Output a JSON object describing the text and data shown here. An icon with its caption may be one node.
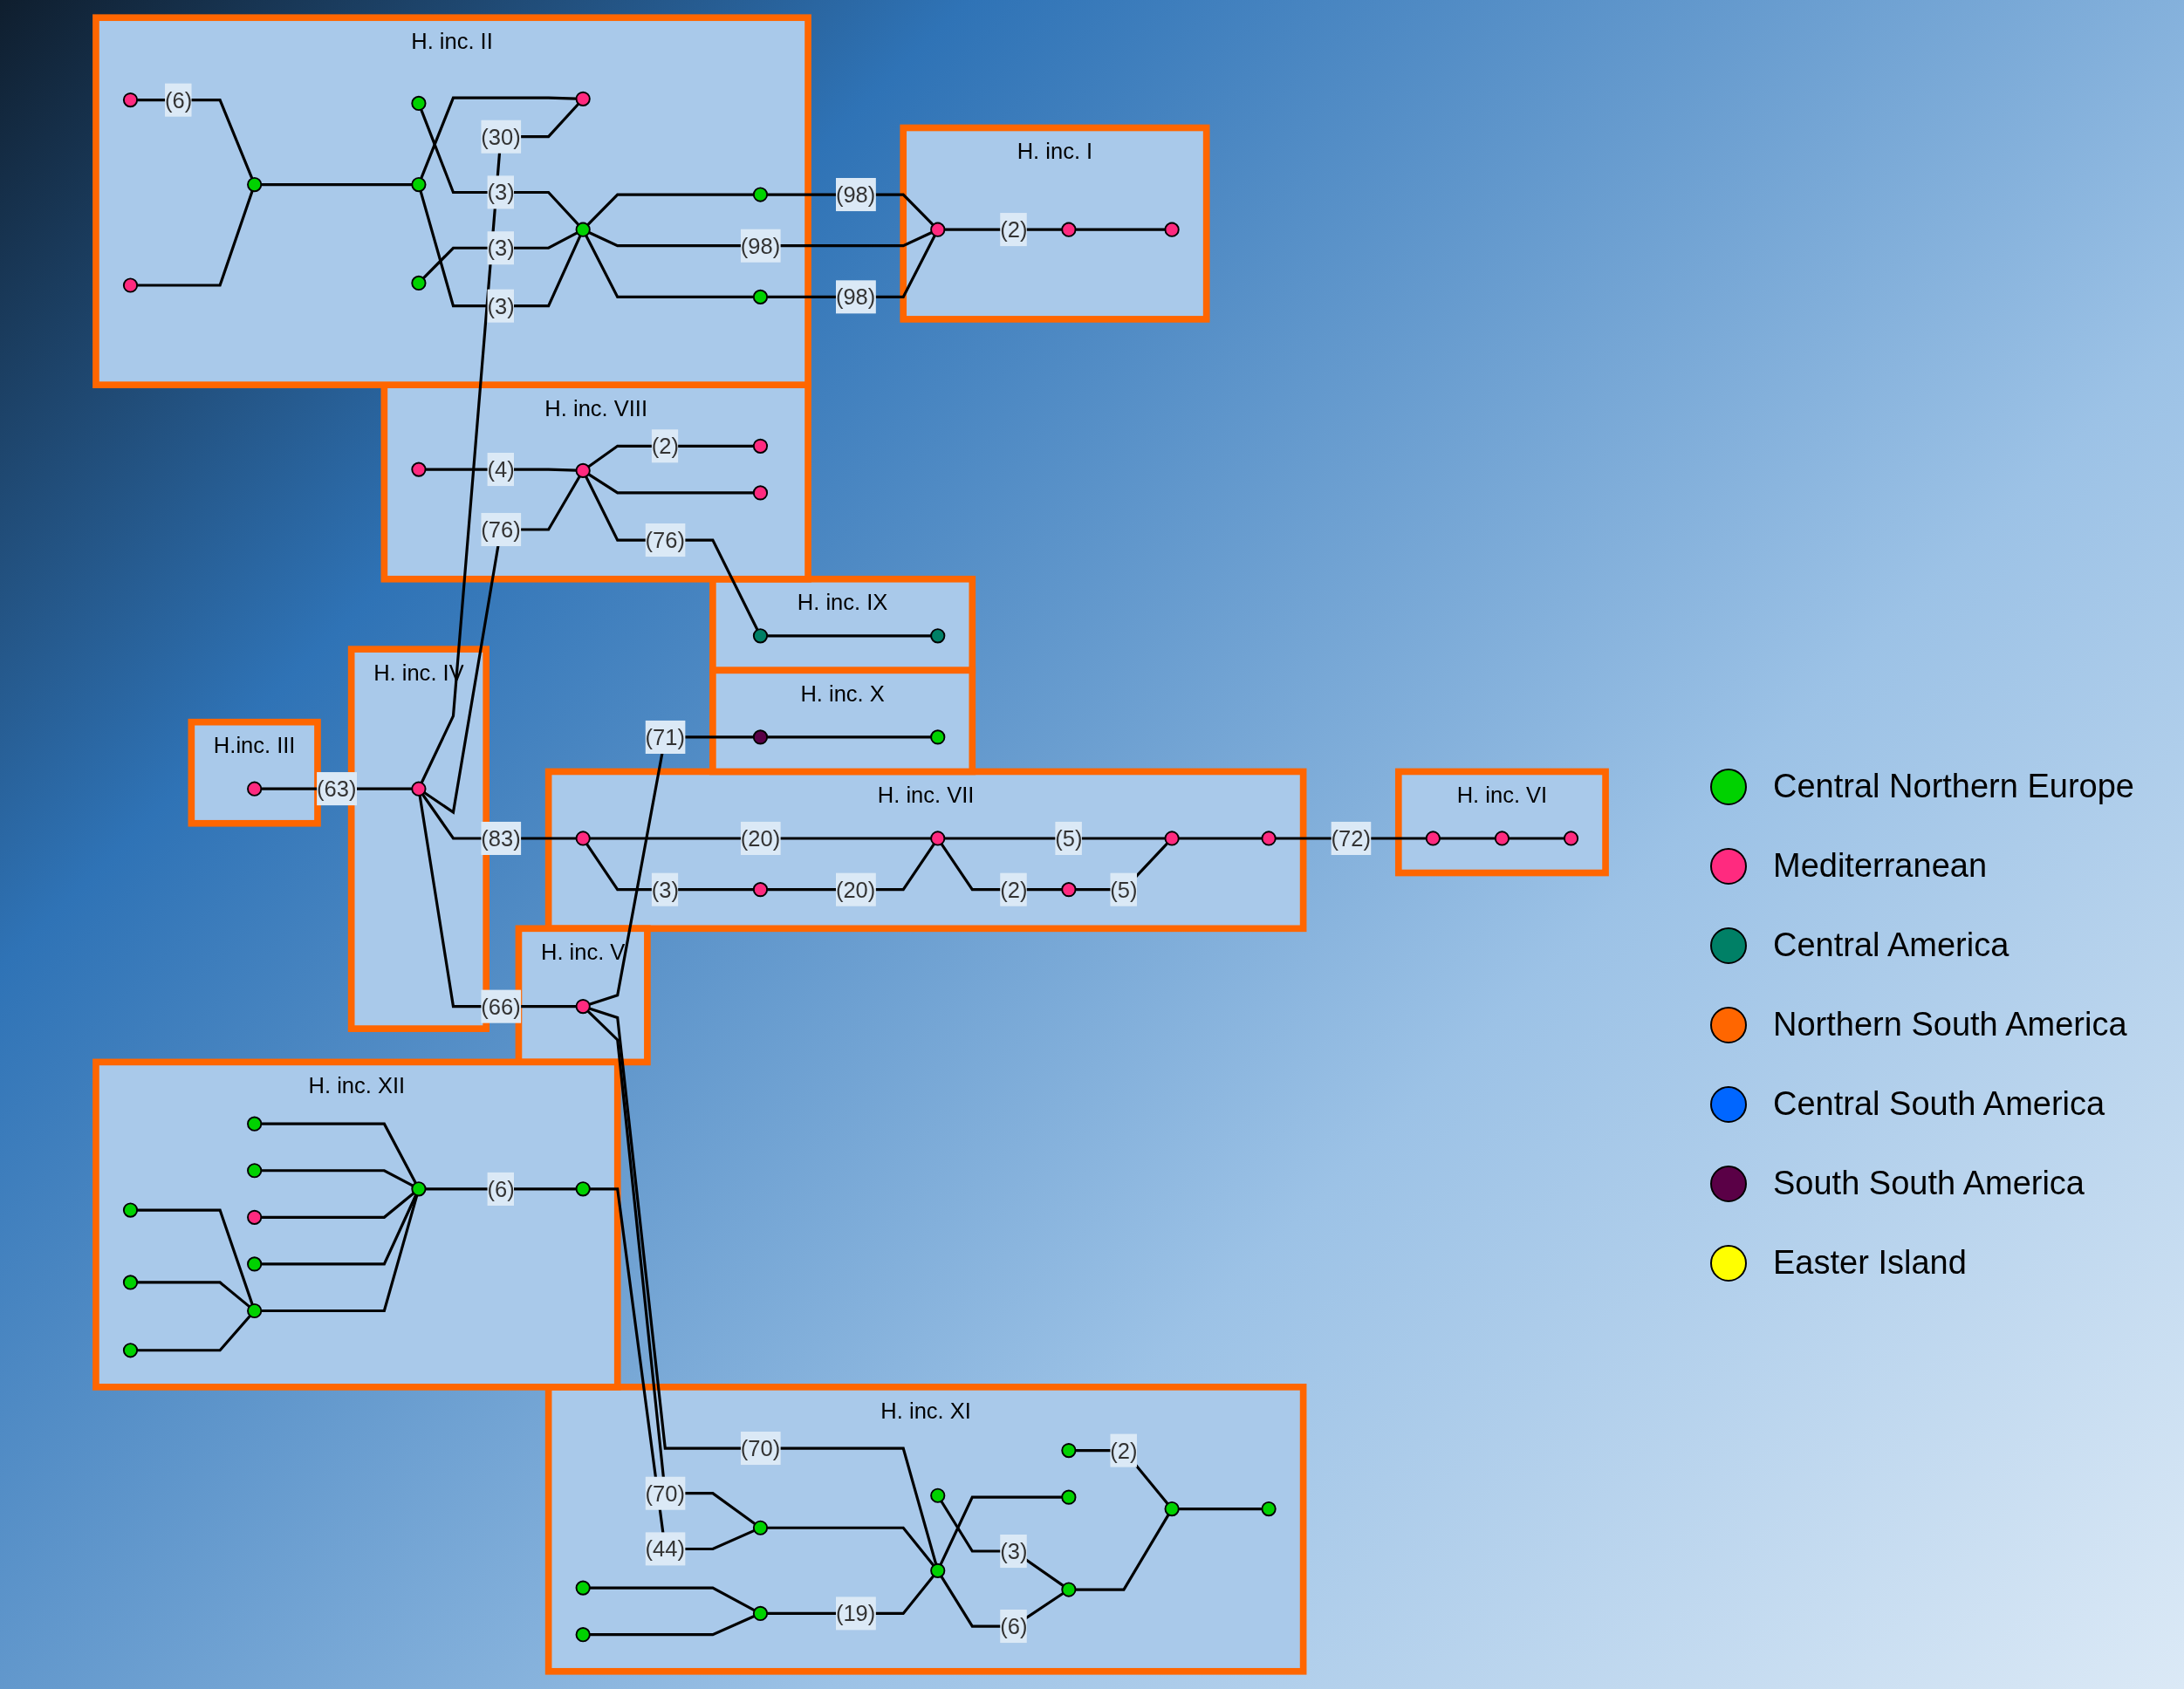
{
  "diagram": {
    "nodes": [
      {
        "text": [
          "H. inc. XII"
        ]
      },
      {
        "text": [],
        "shape": "circle",
        "in": 0
      },
      {
        "text": [],
        "shape": "circle",
        "in": 0
      },
      {
        "text": [],
        "shape": "circle",
        "in": 0
      },
      {
        "text": [],
        "shape": "circle",
        "in": 0
      },
      {
        "text": [],
        "shape": "circle",
        "in": 0
      },
      {
        "text": [],
        "shape": "circle",
        "in": 0
      },
      {
        "text": [],
        "shape": "circle",
        "in": 0
      },
      {
        "text": [],
        "shape": "circle",
        "in": 0
      },
      {
        "text": [],
        "shape": "circle",
        "in": 0
      },
      {
        "text": [],
        "shape": "circle",
        "in": 0
      },
      {
        "text": [
          "H. inc. XI"
        ]
      },
      {
        "text": [],
        "shape": "circle",
        "in": 11
      },
      {
        "text": [],
        "shape": "circle",
        "in": 11
      },
      {
        "text": [],
        "shape": "circle",
        "in": 11
      },
      {
        "text": [],
        "shape": "circle",
        "in": 11
      },
      {
        "text": [],
        "shape": "circle",
        "in": 11
      },
      {
        "text": [],
        "shape": "circle",
        "in": 11
      },
      {
        "text": [],
        "shape": "circle",
        "in": 11
      },
      {
        "text": [],
        "shape": "circle",
        "in": 11
      },
      {
        "text": [],
        "shape": "circle",
        "in": 11
      },
      {
        "text": [],
        "shape": "circle",
        "in": 11
      },
      {
        "text": [],
        "shape": "circle",
        "in": 11
      },
      {
        "text": [
          "H.inc. III"
        ]
      },
      {
        "text": [],
        "shape": "circle",
        "in": 23
      },
      {
        "text": [
          "H. inc. IV"
        ]
      },
      {
        "text": [],
        "shape": "circle",
        "in": 25
      },
      {
        "text": [
          "H. inc. V"
        ]
      },
      {
        "text": [],
        "shape": "circle",
        "in": 27
      },
      {
        "text": [
          "H. inc. X"
        ]
      },
      {
        "text": [],
        "shape": "circle",
        "in": 29
      },
      {
        "text": [],
        "shape": "circle",
        "in": 29
      },
      {
        "text": [
          "H. inc. II"
        ]
      },
      {
        "text": [],
        "shape": "circle",
        "in": 32
      },
      {
        "text": [],
        "shape": "circle",
        "in": 32
      },
      {
        "text": [],
        "shape": "circle",
        "in": 32
      },
      {
        "text": [],
        "shape": "circle",
        "in": 32
      },
      {
        "text": [],
        "shape": "circle",
        "in": 32
      },
      {
        "text": [],
        "shape": "circle",
        "in": 32
      },
      {
        "text": [],
        "shape": "circle",
        "in": 32
      },
      {
        "text": [],
        "shape": "circle",
        "in": 32
      },
      {
        "text": [],
        "shape": "circle",
        "in": 32
      },
      {
        "text": [],
        "shape": "circle",
        "in": 32
      },
      {
        "text": [
          "H. inc. VII"
        ]
      },
      {
        "text": [],
        "shape": "circle",
        "in": 43
      },
      {
        "text": [],
        "shape": "circle",
        "in": 43
      },
      {
        "text": [],
        "shape": "circle",
        "in": 43
      },
      {
        "text": [],
        "shape": "circle",
        "in": 43
      },
      {
        "text": [],
        "shape": "circle",
        "in": 43
      },
      {
        "text": [],
        "shape": "circle",
        "in": 43
      },
      {
        "text": [
          "H. inc. VI"
        ]
      },
      {
        "text": [],
        "shape": "circle",
        "in": 50
      },
      {
        "text": [],
        "shape": "circle",
        "in": 50
      },
      {
        "text": [],
        "shape": "circle",
        "in": 50
      },
      {
        "text": [
          "H. inc. VIII"
        ]
      },
      {
        "text": [],
        "shape": "circle",
        "in": 54
      },
      {
        "text": [],
        "shape": "circle",
        "in": 54
      },
      {
        "text": [],
        "shape": "circle",
        "in": 54
      },
      {
        "text": [],
        "shape": "circle",
        "in": 54
      },
      {
        "text": [
          "H. inc. IX"
        ]
      },
      {
        "text": [],
        "shape": "circle",
        "in": 59
      },
      {
        "text": [],
        "shape": "circle",
        "in": 59
      },
      {
        "text": [
          "H. inc. I"
        ]
      },
      {
        "text": [],
        "shape": "circle",
        "in": 62
      },
      {
        "text": [],
        "shape": "circle",
        "in": 62
      },
      {
        "text": [],
        "shape": "circle",
        "in": 62
      }
    ],
    "edges": [
      {
        "from": 1,
        "to": 3,
        "arrow": "none"
      },
      {
        "from": 2,
        "to": 3,
        "arrow": "none"
      },
      {
        "from": 4,
        "to": 3,
        "arrow": "none"
      },
      {
        "from": 3,
        "to": 8,
        "arrow": "none"
      },
      {
        "from": 5,
        "to": 8,
        "arrow": "none"
      },
      {
        "from": 6,
        "to": 8,
        "arrow": "none"
      },
      {
        "from": 7,
        "to": 8,
        "arrow": "none"
      },
      {
        "from": 9,
        "to": 8,
        "arrow": "none"
      },
      {
        "from": 8,
        "to": 10,
        "arrow": "none",
        "label": "(6)"
      },
      {
        "from": 10,
        "to": 15,
        "arrow": "none",
        "label": "(44)"
      },
      {
        "from": 12,
        "to": 14,
        "arrow": "none"
      },
      {
        "from": 13,
        "to": 14,
        "arrow": "none"
      },
      {
        "from": 14,
        "to": 16,
        "arrow": "none",
        "label": "(19)"
      },
      {
        "from": 15,
        "to": 16,
        "arrow": "none"
      },
      {
        "from": 16,
        "to": 18,
        "arrow": "none",
        "label": "(6)"
      },
      {
        "from": 17,
        "to": 18,
        "arrow": "none",
        "label": "(3)"
      },
      {
        "from": 16,
        "to": 19,
        "arrow": "none"
      },
      {
        "from": 18,
        "to": 21,
        "arrow": "none"
      },
      {
        "from": 20,
        "to": 21,
        "arrow": "none",
        "label": "(2)"
      },
      {
        "from": 21,
        "to": 22,
        "arrow": "none"
      },
      {
        "from": 28,
        "to": 15,
        "arrow": "none",
        "label": "(70)"
      },
      {
        "from": 28,
        "to": 16,
        "arrow": "none",
        "label": "(70)"
      },
      {
        "from": 24,
        "to": 26,
        "arrow": "none",
        "label": "(63)"
      },
      {
        "from": 26,
        "to": 28,
        "arrow": "none",
        "label": "(66)"
      },
      {
        "from": 28,
        "to": 30,
        "arrow": "none",
        "label": "(71)"
      },
      {
        "from": 30,
        "to": 31,
        "arrow": "none"
      },
      {
        "from": 26,
        "to": 37,
        "arrow": "none",
        "label": "(30)"
      },
      {
        "from": 26,
        "to": 56,
        "arrow": "none",
        "label": "(76)"
      },
      {
        "from": 26,
        "to": 44,
        "arrow": "none",
        "label": "(83)"
      },
      {
        "from": 33,
        "to": 35,
        "arrow": "none"
      },
      {
        "from": 34,
        "to": 35,
        "arrow": "none",
        "label": "(6)"
      },
      {
        "from": 35,
        "to": 36,
        "arrow": "none"
      },
      {
        "from": 36,
        "to": 37,
        "arrow": "none"
      },
      {
        "from": 36,
        "to": 40,
        "arrow": "none",
        "label": "(3)"
      },
      {
        "from": 38,
        "to": 40,
        "arrow": "none",
        "label": "(3)"
      },
      {
        "from": 39,
        "to": 40,
        "arrow": "none",
        "label": "(3)"
      },
      {
        "from": 40,
        "to": 41,
        "arrow": "none"
      },
      {
        "from": 40,
        "to": 42,
        "arrow": "none"
      },
      {
        "from": 41,
        "to": 63,
        "arrow": "none",
        "label": "(98)"
      },
      {
        "from": 40,
        "to": 63,
        "arrow": "none",
        "label": "(98)"
      },
      {
        "from": 42,
        "to": 63,
        "arrow": "none",
        "label": "(98)"
      },
      {
        "from": 63,
        "to": 64,
        "arrow": "none",
        "label": "(2)"
      },
      {
        "from": 64,
        "to": 65,
        "arrow": "none"
      },
      {
        "from": 44,
        "to": 45,
        "arrow": "none",
        "label": "(3)"
      },
      {
        "from": 45,
        "to": 46,
        "arrow": "none",
        "label": "(20)"
      },
      {
        "from": 44,
        "to": 46,
        "arrow": "none",
        "label": "(20)"
      },
      {
        "from": 46,
        "to": 47,
        "arrow": "none",
        "label": "(2)"
      },
      {
        "from": 47,
        "to": 48,
        "arrow": "none",
        "label": "(5)"
      },
      {
        "from": 46,
        "to": 48,
        "arrow": "none",
        "label": "(5)"
      },
      {
        "from": 48,
        "to": 49,
        "arrow": "none"
      },
      {
        "from": 49,
        "to": 51,
        "arrow": "none",
        "label": "(72)"
      },
      {
        "from": 51,
        "to": 52,
        "arrow": "none"
      },
      {
        "from": 52,
        "to": 53,
        "arrow": "none"
      },
      {
        "from": 55,
        "to": 56,
        "arrow": "none",
        "label": "(4)"
      },
      {
        "from": 56,
        "to": 57,
        "arrow": "none",
        "label": "(2)"
      },
      {
        "from": 56,
        "to": 58,
        "arrow": "none"
      },
      {
        "from": 56,
        "to": 60,
        "arrow": "none",
        "label": "(76)"
      },
      {
        "from": 60,
        "to": 61,
        "arrow": "none"
      }
    ],
    "legend": [
      {
        "text": "Central Northern Europe",
        "color": "#00d200"
      },
      {
        "text": "Mediterranean",
        "color": "#ff2a7f"
      },
      {
        "text": "Central America",
        "color": "#008066"
      },
      {
        "text": "Northern South America",
        "color": "#ff6600"
      },
      {
        "text": "Central South America",
        "color": "#0066ff"
      },
      {
        "text": "South South America",
        "color": "#5a0046"
      },
      {
        "text": "Easter Island",
        "color": "#ffff00"
      }
    ]
  }
}
